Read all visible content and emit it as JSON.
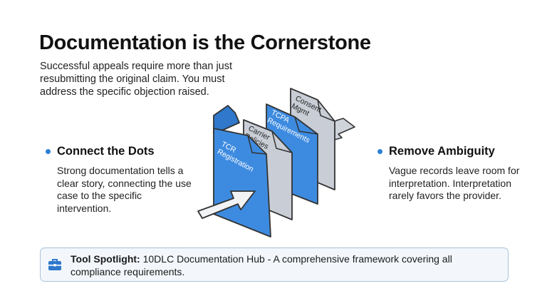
{
  "title": "Documentation is the Cornerstone",
  "intro": "Successful appeals require more than just resubmitting the original claim. You must address the specific objection raised.",
  "points": {
    "left": {
      "heading": "Connect the Dots",
      "body": "Strong documentation tells a clear story, connecting the use case to the specific intervention."
    },
    "right": {
      "heading": "Remove Ambiguity",
      "body": "Vague records leave room for interpretation. Interpretation rarely favors the provider."
    }
  },
  "illustration": {
    "folders": {
      "consent": [
        "Consent",
        "Mgmt"
      ],
      "tcpa": [
        "TCPA",
        "Requirements"
      ],
      "carrier": [
        "Carrier",
        "Policies"
      ],
      "tcr": [
        "TCR",
        "Registration"
      ]
    }
  },
  "spotlight": {
    "label": "Tool Spotlight:",
    "text": " 10DLC Documentation Hub - A comprehensive framework covering all compliance requirements.",
    "icon": "briefcase-icon"
  },
  "colors": {
    "accent_blue": "#3d8be0",
    "folder_gray": "#c9ced6",
    "dot": "#2d7fd3"
  }
}
